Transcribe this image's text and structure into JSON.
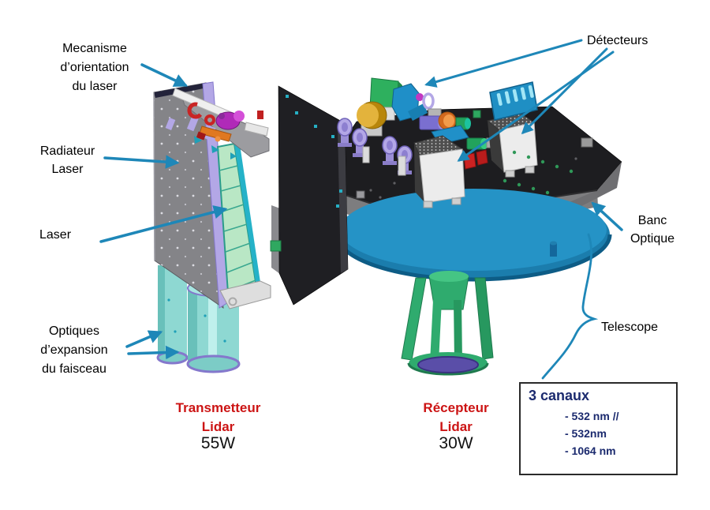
{
  "labels": {
    "mechanism": "Mecanisme\nd’orientation\ndu laser",
    "radiator": "Radiateur\nLaser",
    "laser": "Laser",
    "expansion_optics": "Optiques\nd’expansion\ndu faisceau",
    "detectors": "Détecteurs",
    "optical_bench": "Banc\nOptique",
    "telescope": "Telescope",
    "transmitter": "Transmetteur\nLidar",
    "transmitter_power": "55W",
    "receiver": "Récepteur\nLidar",
    "receiver_power": "30W"
  },
  "channels_box": {
    "title": "3 canaux",
    "items": [
      "- 532 nm //",
      "- 532nm",
      "- 1064 nm"
    ]
  },
  "colors": {
    "arrow": "#1e87b8",
    "label_red": "#cc1414",
    "label_navy": "#1b2a6e",
    "bench_dark": "#1d1d20",
    "telescope_blue": "#1e82b2",
    "tripod_green": "#2fab6e",
    "cylinder_cyan": "#8ed8d2",
    "panel_gray": "#848488",
    "laser_strip_green": "#b9e7c5"
  }
}
